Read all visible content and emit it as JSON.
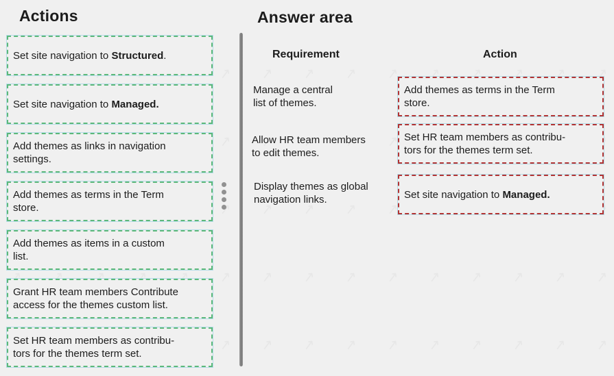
{
  "colors": {
    "background": "#f0f0f0",
    "action_box_border": "#5cb87a",
    "answer_box_border": "#b23333",
    "box_outline": "#b6dde8",
    "divider": "#8a8a8a",
    "dots": "#919191",
    "text": "#1c1c1c"
  },
  "left": {
    "heading": "Actions",
    "actions": [
      {
        "pre": "Set site navigation to ",
        "bold": "Structured",
        "post": ".",
        "line2": ""
      },
      {
        "pre": "Set site navigation to ",
        "bold": "Managed.",
        "post": "",
        "line2": ""
      },
      {
        "pre": "Add themes as links in navigation",
        "bold": "",
        "post": "",
        "line2": "settings."
      },
      {
        "pre": "Add themes as terms in the Term",
        "bold": "",
        "post": "",
        "line2": "store."
      },
      {
        "pre": "Add themes as items in a custom",
        "bold": "",
        "post": "",
        "line2": "list."
      },
      {
        "pre": "Grant HR team members Contribute",
        "bold": "",
        "post": "",
        "line2": "access for the themes custom list."
      },
      {
        "pre": "Set HR team members as contribu-",
        "bold": "",
        "post": "",
        "line2": "tors for the themes term set."
      }
    ]
  },
  "right": {
    "heading": "Answer area",
    "columns": {
      "requirement": "Requirement",
      "action": "Action"
    },
    "rows": [
      {
        "requirement": {
          "line1": "Manage a central",
          "line2": "list of themes."
        },
        "action": {
          "pre": "Add themes as terms in the Term",
          "bold": "",
          "post": "",
          "line2": "store."
        }
      },
      {
        "requirement": {
          "line1": "Allow HR team members",
          "line2": "to edit themes."
        },
        "action": {
          "pre": "Set HR team members as contribu-",
          "bold": "",
          "post": "",
          "line2": "tors for the themes term set."
        }
      },
      {
        "requirement": {
          "line1": "Display themes as global",
          "line2": "navigation links."
        },
        "action": {
          "pre": "Set site navigation to ",
          "bold": "Managed.",
          "post": "",
          "line2": ""
        }
      }
    ]
  }
}
